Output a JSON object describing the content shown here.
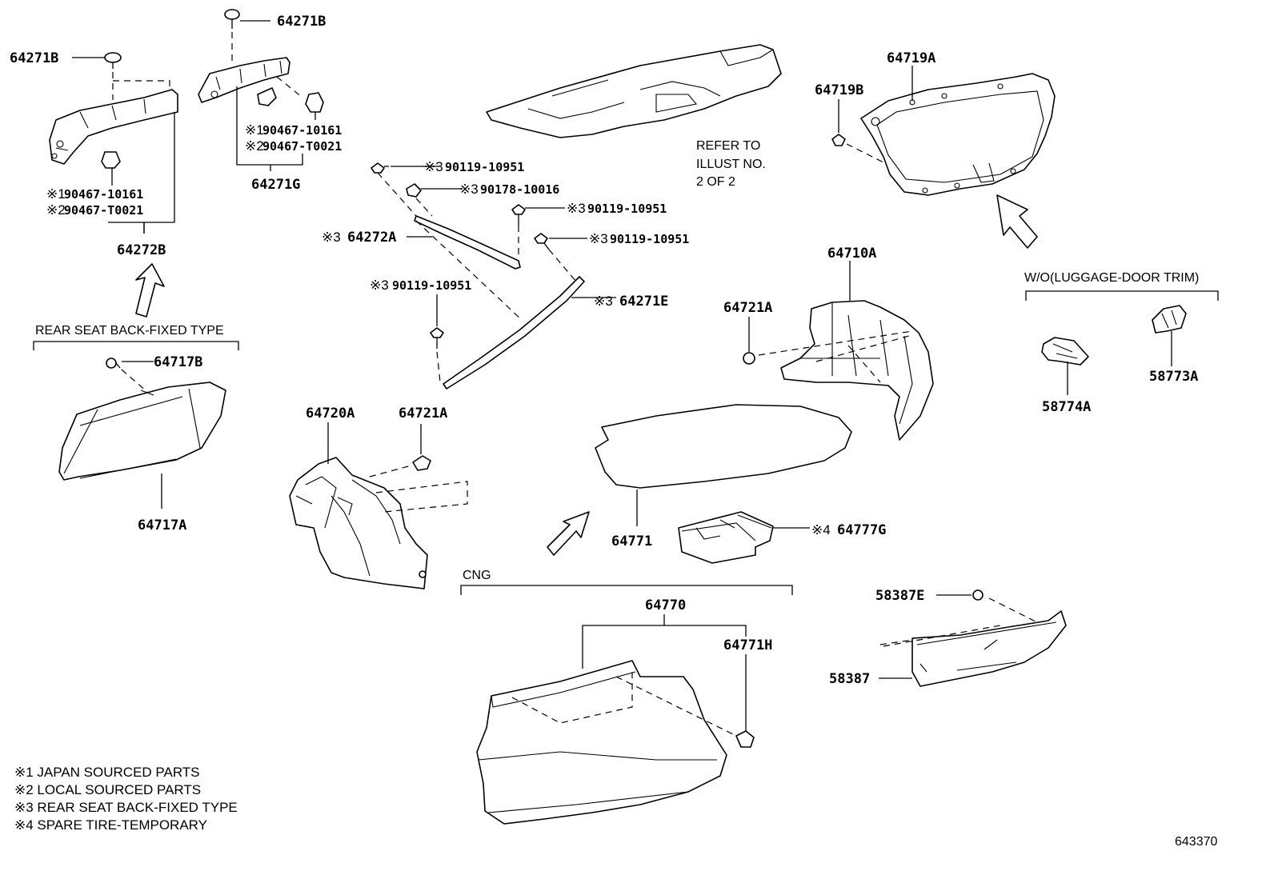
{
  "figure_id": "643370",
  "parts": {
    "p64271B_left": "64271B",
    "p64271B_top": "64271B",
    "p64271G": "64271G",
    "p64272B": "64272B",
    "p64717B": "64717B",
    "p64717A": "64717A",
    "p64719A": "64719A",
    "p64719B": "64719B",
    "p64710A": "64710A",
    "p64721A_right": "64721A",
    "p64721A_left": "64721A",
    "p64720A": "64720A",
    "p64272A": "64272A",
    "p64271E": "64271E",
    "p64771": "64771",
    "p64777G": "64777G",
    "p64770": "64770",
    "p64771H": "64771H",
    "p58387E": "58387E",
    "p58387": "58387",
    "p58774A": "58774A",
    "p58773A": "58773A"
  },
  "sub_parts": {
    "left_a1": "90467-10161",
    "left_a2": "90467-T0021",
    "top_a1": "90467-10161",
    "top_a2": "90467-T0021",
    "b1": "90119-10951",
    "b2": "90178-10016",
    "b3": "90119-10951",
    "b4": "90119-10951",
    "b5": "90119-10951"
  },
  "marks": {
    "m1": "※1",
    "m2": "※2",
    "m3": "※3",
    "m4": "※4"
  },
  "groups": {
    "rear_seat_fixed": "REAR SEAT BACK-FIXED TYPE",
    "cng": "CNG",
    "wo_luggage": "W/O(LUGGAGE-DOOR TRIM)"
  },
  "refer": {
    "line1": "REFER TO",
    "line2": "ILLUST NO.",
    "line3": "2 OF 2"
  },
  "legend": [
    "※1 JAPAN SOURCED PARTS",
    "※2 LOCAL SOURCED PARTS",
    "※3 REAR SEAT BACK-FIXED TYPE",
    "※4 SPARE TIRE-TEMPORARY"
  ]
}
